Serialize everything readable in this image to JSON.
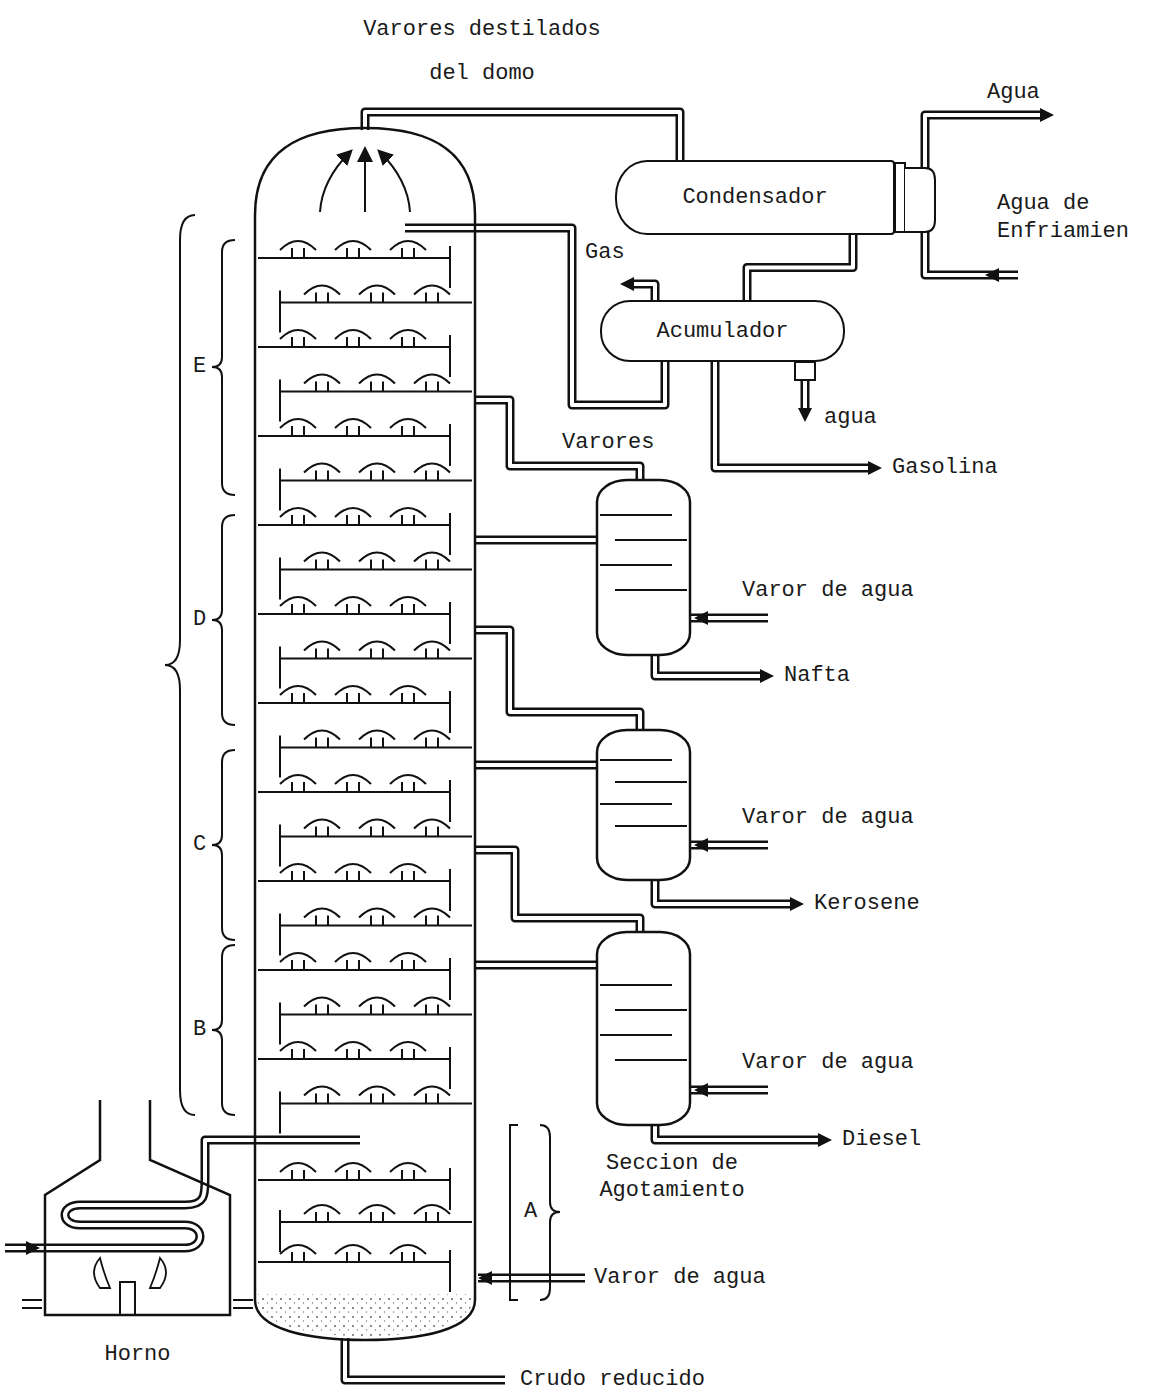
{
  "diagram": {
    "nodes": [
      {
        "text": [
          "Condensador"
        ]
      },
      {
        "text": [
          "Acumulador"
        ]
      },
      {
        "text": [
          "Horno"
        ]
      }
    ],
    "edges": [
      {
        "from": 0,
        "to": 1,
        "arrow": "none"
      }
    ],
    "labels": [
      "Varores destilados del domo",
      "Agua",
      "Agua de Enfriamien",
      "Gas",
      "agua",
      "Gasolina",
      "Varores",
      "Varor de agua",
      "Nafta",
      "Varor de agua",
      "Kerosene",
      "Varor de agua",
      "Diesel",
      "E",
      "D",
      "C",
      "B",
      "A",
      "Seccion de Agotamiento",
      "Varor de agua",
      "Crudo reducido"
    ]
  }
}
